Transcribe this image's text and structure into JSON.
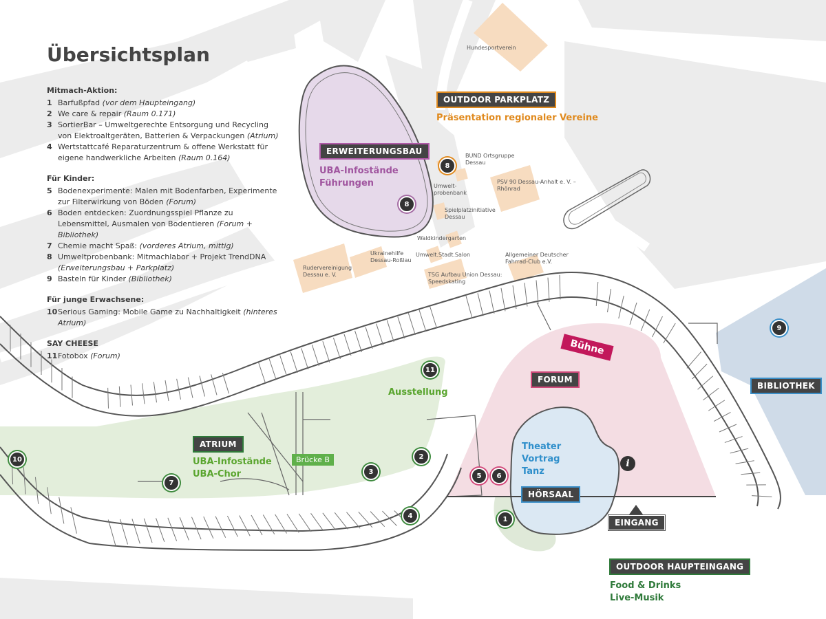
{
  "title": "Übersichtsplan",
  "legend": {
    "sections": [
      {
        "heading": "Mitmach-Aktion:",
        "items": [
          {
            "num": "1",
            "text": "Barfußpfad ",
            "loc": "(vor dem Haupteingang)"
          },
          {
            "num": "2",
            "text": "We care & repair ",
            "loc": "(Raum 0.171)"
          },
          {
            "num": "3",
            "text": "SortierBar – Umweltgerechte Entsorgung und Recycling von Elektroaltgeräten, Batterien & Verpackungen ",
            "loc": "(Atrium)"
          },
          {
            "num": "4",
            "text": "Wertstattcafé Reparaturzentrum & offene Werkstatt für eigene handwerkliche Arbeiten ",
            "loc": "(Raum 0.164)"
          }
        ]
      },
      {
        "heading": "Für Kinder:",
        "items": [
          {
            "num": "5",
            "text": "Bodenexperimente: Malen mit Bodenfarben, Experimente zur Filterwirkung von Böden ",
            "loc": "(Forum)"
          },
          {
            "num": "6",
            "text": "Boden entdecken: Zuordnungsspiel Pflanze zu Lebensmittel, Ausmalen von Bodentieren ",
            "loc": "(Forum + Bibliothek)"
          },
          {
            "num": "7",
            "text": "Chemie macht Spaß: ",
            "loc": "(vorderes Atrium, mittig)"
          },
          {
            "num": "8",
            "text": "Umweltprobenbank: Mitmachlabor + Projekt TrendDNA ",
            "loc": "(Erweiterungsbau + Parkplatz)"
          },
          {
            "num": "9",
            "text": "Basteln für Kinder ",
            "loc": "(Bibliothek)"
          }
        ]
      },
      {
        "heading": "Für junge Erwachsene:",
        "items": [
          {
            "num": "10",
            "text": "Serious Gaming: Mobile Game zu Nachhaltigkeit ",
            "loc": "(hinteres Atrium)"
          }
        ]
      },
      {
        "heading": "SAY CHEESE",
        "items": [
          {
            "num": "11",
            "text": "Fotobox ",
            "loc": "(Forum)"
          }
        ]
      }
    ]
  },
  "areas": {
    "outdoor_parkplatz": "OUTDOOR PARKPLATZ",
    "praesentation": "Präsentation regionaler Vereine",
    "erweiterungsbau": "ERWEITERUNGSBAU",
    "uba_infostaende_1": "UBA-Infostände",
    "fuehrungen": "Führungen",
    "atrium": "ATRIUM",
    "uba_infostaende_2": "UBA-Infostände",
    "uba_chor": "UBA-Chor",
    "bruecke": "Brücke B",
    "ausstellung": "Ausstellung",
    "buehne": "Bühne",
    "forum": "FORUM",
    "theater": "Theater",
    "vortrag": "Vortrag",
    "tanz": "Tanz",
    "hoersaal": "HÖRSAAL",
    "bibliothek": "BIBLIOTHEK",
    "eingang": "EINGANG",
    "outdoor_haupteingang": "OUTDOOR HAUPTEINGANG",
    "food": "Food & Drinks",
    "musik": "Live-Musik",
    "info_glyph": "i"
  },
  "clubs": {
    "hundesport": "Hundesportverein",
    "bund_1": "BUND Ortsgruppe",
    "bund_2": "Dessau",
    "umweltprobenbank_1": "Umwelt-",
    "umweltprobenbank_2": "probenbank",
    "psv_1": "PSV 90 Dessau-Anhalt e. V. –",
    "psv_2": "Rhönrad",
    "spielplatz_1": "Spielplatzinitiative",
    "spielplatz_2": "Dessau",
    "waldkindergarten": "Waldkindergarten",
    "ukraine_1": "Ukrainehilfe",
    "ukraine_2": "Dessau-Roßlau",
    "umwelt_salon": "Umwelt.Stadt.Salon",
    "ruder_1": "Rudervereinigung",
    "ruder_2": "Dessau e. V.",
    "tsg_1": "TSG Aufbau Union Dessau:",
    "tsg_2": "Speedskating",
    "adfc_1": "Allgemeiner Deutscher",
    "adfc_2": "Fahrrad-Club e.V."
  },
  "markers": [
    "1",
    "2",
    "3",
    "4",
    "5",
    "6",
    "7",
    "8",
    "8",
    "9",
    "10",
    "11"
  ],
  "colors": {
    "building": "#444444",
    "green_area": "#e3eedb",
    "purple_area": "#e6d9ea",
    "pink_area": "#f4dde3",
    "blue_area": "#dbe8f3",
    "library": "#cfdbe8",
    "parcel": "#f7dcc0",
    "road": "#e9e9e9",
    "green_text": "#5aa52f",
    "orange_text": "#e08a1e",
    "purple_text": "#a0559f",
    "blue_text": "#2f8fcb",
    "dark_green_text": "#2f7a3a"
  }
}
